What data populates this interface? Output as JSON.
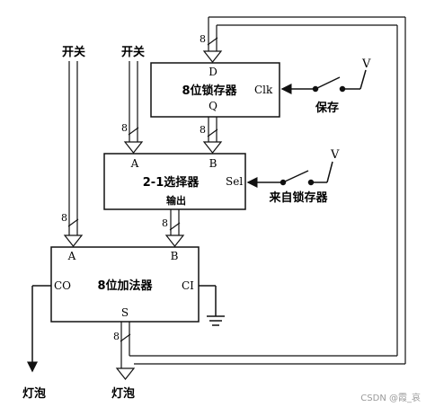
{
  "latch": {
    "title": "8位锁存器",
    "pin_d": "D",
    "pin_q": "Q",
    "pin_clk": "Clk"
  },
  "selector": {
    "title": "2-1选择器",
    "subtitle": "输出",
    "pin_a": "A",
    "pin_b": "B",
    "pin_sel": "Sel"
  },
  "adder": {
    "title": "8位加法器",
    "pin_a": "A",
    "pin_b": "B",
    "pin_co": "CO",
    "pin_ci": "CI",
    "pin_s": "S"
  },
  "labels": {
    "switch_left": "开关",
    "switch_mid": "开关",
    "save": "保存",
    "from_latch": "来自锁存器",
    "lamp_left": "灯泡",
    "lamp_right": "灯泡",
    "voltage_top": "V",
    "voltage_mid": "V"
  },
  "bus_width": "8",
  "watermark": "CSDN @霞_哀"
}
